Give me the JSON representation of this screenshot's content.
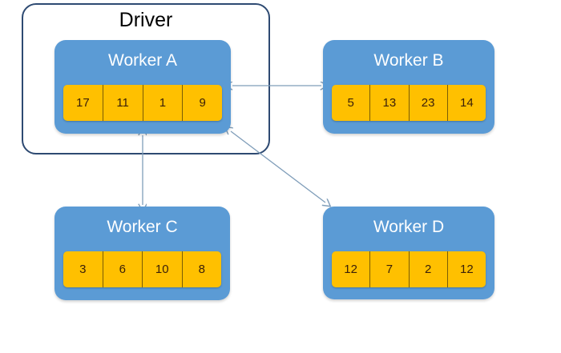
{
  "diagram": {
    "title": "Driver",
    "background_color": "#FFFFFF",
    "node_fill_color": "#5B9BD5",
    "cell_fill_color": "#FFC000",
    "connector_color": "#7F9DB9",
    "container_border_color": "#2E4A72"
  },
  "container": {
    "label": "Driver",
    "contains": "worker-a"
  },
  "workers": [
    {
      "id": "worker-a",
      "title": "Worker A",
      "values": [
        "17",
        "11",
        "1",
        "9"
      ]
    },
    {
      "id": "worker-b",
      "title": "Worker B",
      "values": [
        "5",
        "13",
        "23",
        "14"
      ]
    },
    {
      "id": "worker-c",
      "title": "Worker C",
      "values": [
        "3",
        "6",
        "10",
        "8"
      ]
    },
    {
      "id": "worker-d",
      "title": "Worker D",
      "values": [
        "12",
        "7",
        "2",
        "12"
      ]
    }
  ],
  "connectors": [
    {
      "id": "conn-a-b",
      "from": "worker-a",
      "to": "worker-b",
      "style": "double-headed-horizontal"
    },
    {
      "id": "conn-a-c",
      "from": "worker-a",
      "to": "worker-c",
      "style": "double-headed-vertical"
    },
    {
      "id": "conn-a-d",
      "from": "worker-a",
      "to": "worker-d",
      "style": "double-headed-diagonal"
    }
  ]
}
